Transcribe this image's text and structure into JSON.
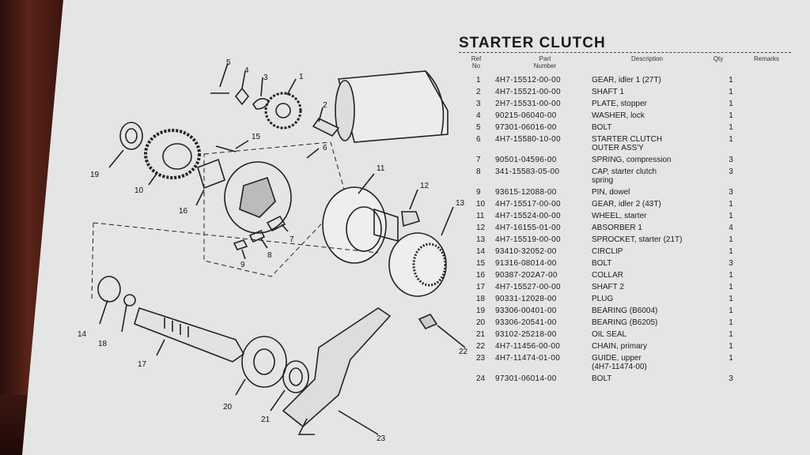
{
  "title": "STARTER CLUTCH",
  "headers": {
    "ref": "Ref\nNo",
    "part": "Part\nNumber",
    "desc": "Description",
    "qty": "Qty",
    "remarks": "Remarks"
  },
  "parts": [
    {
      "no": "1",
      "pn": "4H7-15512-00-00",
      "desc": "GEAR, idler 1 (27T)",
      "qty": "1"
    },
    {
      "no": "2",
      "pn": "4H7-15521-00-00",
      "desc": "SHAFT 1",
      "qty": "1"
    },
    {
      "no": "3",
      "pn": "2H7-15531-00-00",
      "desc": "PLATE, stopper",
      "qty": "1"
    },
    {
      "no": "4",
      "pn": "90215-06040-00",
      "desc": "WASHER, lock",
      "qty": "1"
    },
    {
      "no": "5",
      "pn": "97301-06016-00",
      "desc": "BOLT",
      "qty": "1"
    },
    {
      "no": "6",
      "pn": "4H7-15580-10-00",
      "desc": "STARTER CLUTCH\nOUTER ASS'Y",
      "qty": "1"
    },
    {
      "no": "7",
      "pn": "90501-04596-00",
      "desc": "SPRING, compression",
      "qty": "3"
    },
    {
      "no": "8",
      "pn": "341-15583-05-00",
      "desc": "CAP, starter clutch\nspring",
      "qty": "3"
    },
    {
      "no": "9",
      "pn": "93615-12088-00",
      "desc": "PIN, dowel",
      "qty": "3"
    },
    {
      "no": "10",
      "pn": "4H7-15517-00-00",
      "desc": "GEAR, idler 2 (43T)",
      "qty": "1"
    },
    {
      "no": "11",
      "pn": "4H7-15524-00-00",
      "desc": "WHEEL, starter",
      "qty": "1"
    },
    {
      "no": "12",
      "pn": "4H7-16155-01-00",
      "desc": "ABSORBER 1",
      "qty": "4"
    },
    {
      "no": "13",
      "pn": "4H7-15519-00-00",
      "desc": "SPROCKET, starter (21T)",
      "qty": "1"
    },
    {
      "no": "14",
      "pn": "93410-32052-00",
      "desc": "CIRCLIP",
      "qty": "1"
    },
    {
      "no": "15",
      "pn": "91316-08014-00",
      "desc": "BOLT",
      "qty": "3"
    },
    {
      "no": "16",
      "pn": "90387-202A7-00",
      "desc": "COLLAR",
      "qty": "1"
    },
    {
      "no": "17",
      "pn": "4H7-15527-00-00",
      "desc": "SHAFT 2",
      "qty": "1"
    },
    {
      "no": "18",
      "pn": "90331-12028-00",
      "desc": "PLUG",
      "qty": "1"
    },
    {
      "no": "19",
      "pn": "93306-00401-00",
      "desc": "BEARING (B6004)",
      "qty": "1"
    },
    {
      "no": "20",
      "pn": "93306-20541-00",
      "desc": "BEARING (B6205)",
      "qty": "1"
    },
    {
      "no": "21",
      "pn": "93102-25218-00",
      "desc": "OIL SEAL",
      "qty": "1"
    },
    {
      "no": "22",
      "pn": "4H7-11456-00-00",
      "desc": "CHAIN, primary",
      "qty": "1"
    },
    {
      "no": "23",
      "pn": "4H7-11474-01-00",
      "desc": "GUIDE, upper\n(4H7-11474-00)",
      "qty": "1"
    },
    {
      "no": "24",
      "pn": "97301-06014-00",
      "desc": "BOLT",
      "qty": "3"
    }
  ],
  "callouts": [
    "5",
    "4",
    "3",
    "1",
    "2",
    "15",
    "6",
    "19",
    "10",
    "16",
    "11",
    "12",
    "13",
    "7",
    "8",
    "9",
    "14",
    "18",
    "17",
    "20",
    "21",
    "22",
    "23"
  ]
}
